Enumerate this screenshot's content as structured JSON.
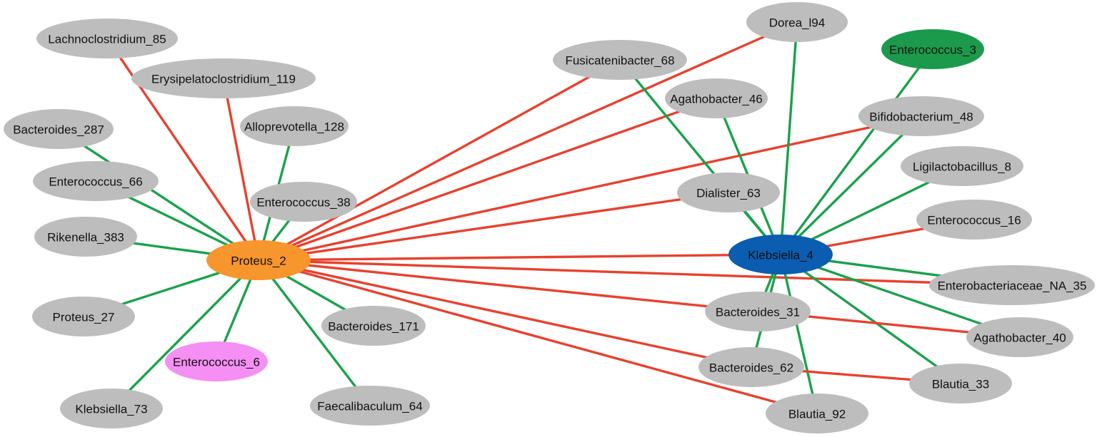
{
  "edge_colors": {
    "positive": "#1aa24a",
    "negative": "#e8412e"
  },
  "node_colors": {
    "default": "#bdbdbd",
    "Proteus_2": "#f7962c",
    "Klebsiella_4": "#0a5db0",
    "Enterococcus_3": "#1b9a4c",
    "Enterococcus_6": "#f58ff4"
  },
  "nodes": [
    {
      "id": "Lachnoclostridium_85",
      "label": "Lachnoclostridium_85"
    },
    {
      "id": "Erysipelatoclostridium_119",
      "label": "Erysipelatoclostridium_119"
    },
    {
      "id": "Alloprevotella_128",
      "label": "Alloprevotella_128"
    },
    {
      "id": "Bacteroides_287",
      "label": "Bacteroides_287"
    },
    {
      "id": "Enterococcus_66",
      "label": "Enterococcus_66"
    },
    {
      "id": "Enterococcus_38",
      "label": "Enterococcus_38"
    },
    {
      "id": "Rikenella_383",
      "label": "Rikenella_383"
    },
    {
      "id": "Proteus_2",
      "label": "Proteus_2"
    },
    {
      "id": "Proteus_27",
      "label": "Proteus_27"
    },
    {
      "id": "Bacteroides_171",
      "label": "Bacteroides_171"
    },
    {
      "id": "Enterococcus_6",
      "label": "Enterococcus_6"
    },
    {
      "id": "Klebsiella_73",
      "label": "Klebsiella_73"
    },
    {
      "id": "Faecalibaculum_64",
      "label": "Faecalibaculum_64"
    },
    {
      "id": "Dorea_l94",
      "label": "Dorea_l94"
    },
    {
      "id": "Fusicatenibacter_68",
      "label": "Fusicatenibacter_68"
    },
    {
      "id": "Enterococcus_3",
      "label": "Enterococcus_3"
    },
    {
      "id": "Agathobacter_46",
      "label": "Agathobacter_46"
    },
    {
      "id": "Bifidobacterium_48",
      "label": "Bifidobacterium_48"
    },
    {
      "id": "Ligilactobacillus_8",
      "label": "Ligilactobacillus_8"
    },
    {
      "id": "Dialister_63",
      "label": "Dialister_63"
    },
    {
      "id": "Enterococcus_16",
      "label": "Enterococcus_16"
    },
    {
      "id": "Klebsiella_4",
      "label": "Klebsiella_4"
    },
    {
      "id": "Enterobacteriaceae_NA_35",
      "label": "Enterobacteriaceae_NA_35"
    },
    {
      "id": "Bacteroides_31",
      "label": "Bacteroides_31"
    },
    {
      "id": "Agathobacter_40",
      "label": "Agathobacter_40"
    },
    {
      "id": "Bacteroides_62",
      "label": "Bacteroides_62"
    },
    {
      "id": "Blautia_33",
      "label": "Blautia_33"
    },
    {
      "id": "Blautia_92",
      "label": "Blautia_92"
    }
  ],
  "edges": [
    {
      "source": "Proteus_2",
      "target": "Lachnoclostridium_85",
      "sign": "negative"
    },
    {
      "source": "Proteus_2",
      "target": "Erysipelatoclostridium_119",
      "sign": "negative"
    },
    {
      "source": "Proteus_2",
      "target": "Alloprevotella_128",
      "sign": "positive"
    },
    {
      "source": "Proteus_2",
      "target": "Bacteroides_287",
      "sign": "positive"
    },
    {
      "source": "Proteus_2",
      "target": "Enterococcus_66",
      "sign": "positive"
    },
    {
      "source": "Proteus_2",
      "target": "Enterococcus_38",
      "sign": "positive"
    },
    {
      "source": "Proteus_2",
      "target": "Rikenella_383",
      "sign": "positive"
    },
    {
      "source": "Proteus_2",
      "target": "Proteus_27",
      "sign": "positive"
    },
    {
      "source": "Proteus_2",
      "target": "Enterococcus_6",
      "sign": "positive"
    },
    {
      "source": "Proteus_2",
      "target": "Klebsiella_73",
      "sign": "positive"
    },
    {
      "source": "Proteus_2",
      "target": "Bacteroides_171",
      "sign": "positive"
    },
    {
      "source": "Proteus_2",
      "target": "Faecalibaculum_64",
      "sign": "positive"
    },
    {
      "source": "Proteus_2",
      "target": "Dorea_l94",
      "sign": "negative"
    },
    {
      "source": "Proteus_2",
      "target": "Fusicatenibacter_68",
      "sign": "negative"
    },
    {
      "source": "Proteus_2",
      "target": "Agathobacter_46",
      "sign": "negative"
    },
    {
      "source": "Proteus_2",
      "target": "Bifidobacterium_48",
      "sign": "negative"
    },
    {
      "source": "Proteus_2",
      "target": "Dialister_63",
      "sign": "negative"
    },
    {
      "source": "Proteus_2",
      "target": "Klebsiella_4",
      "sign": "negative"
    },
    {
      "source": "Proteus_2",
      "target": "Enterobacteriaceae_NA_35",
      "sign": "negative"
    },
    {
      "source": "Proteus_2",
      "target": "Bacteroides_31",
      "sign": "negative"
    },
    {
      "source": "Proteus_2",
      "target": "Bacteroides_62",
      "sign": "negative"
    },
    {
      "source": "Proteus_2",
      "target": "Blautia_92",
      "sign": "negative"
    },
    {
      "source": "Klebsiella_4",
      "target": "Dorea_l94",
      "sign": "positive"
    },
    {
      "source": "Klebsiella_4",
      "target": "Fusicatenibacter_68",
      "sign": "positive"
    },
    {
      "source": "Klebsiella_4",
      "target": "Agathobacter_46",
      "sign": "positive"
    },
    {
      "source": "Klebsiella_4",
      "target": "Enterococcus_3",
      "sign": "positive"
    },
    {
      "source": "Klebsiella_4",
      "target": "Bifidobacterium_48",
      "sign": "positive"
    },
    {
      "source": "Klebsiella_4",
      "target": "Ligilactobacillus_8",
      "sign": "positive"
    },
    {
      "source": "Klebsiella_4",
      "target": "Dialister_63",
      "sign": "positive"
    },
    {
      "source": "Klebsiella_4",
      "target": "Enterococcus_16",
      "sign": "negative"
    },
    {
      "source": "Klebsiella_4",
      "target": "Enterobacteriaceae_NA_35",
      "sign": "positive"
    },
    {
      "source": "Klebsiella_4",
      "target": "Bacteroides_31",
      "sign": "positive"
    },
    {
      "source": "Klebsiella_4",
      "target": "Agathobacter_40",
      "sign": "positive"
    },
    {
      "source": "Klebsiella_4",
      "target": "Bacteroides_62",
      "sign": "positive"
    },
    {
      "source": "Klebsiella_4",
      "target": "Blautia_33",
      "sign": "positive"
    },
    {
      "source": "Klebsiella_4",
      "target": "Blautia_92",
      "sign": "positive"
    },
    {
      "source": "Bacteroides_31",
      "target": "Agathobacter_40",
      "sign": "negative"
    },
    {
      "source": "Bacteroides_62",
      "target": "Blautia_33",
      "sign": "negative"
    }
  ]
}
